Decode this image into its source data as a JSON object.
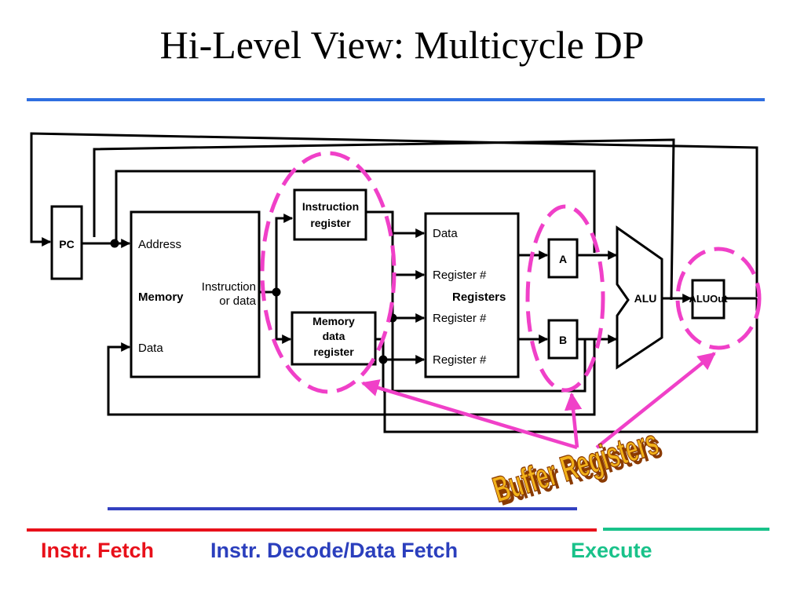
{
  "slide": {
    "title": "Hi-Level View: Multicycle DP"
  },
  "diagram": {
    "pc_label": "PC",
    "memory": {
      "address": "Address",
      "name": "Memory",
      "out_line1": "Instruction",
      "out_line2": "or data",
      "data": "Data"
    },
    "instruction_register": [
      "Instruction",
      "register"
    ],
    "memory_data_register": [
      "Memory",
      "data",
      "register"
    ],
    "registers": {
      "data": "Data",
      "reg1": "Register #",
      "name": "Registers",
      "reg2": "Register #",
      "reg3": "Register #"
    },
    "reg_a": "A",
    "reg_b": "B",
    "alu": "ALU",
    "aluout": "ALUOut",
    "callout": "Buffer Registers"
  },
  "stages": [
    {
      "label": "Instr. Fetch",
      "color": "#e8101a"
    },
    {
      "label": "Instr. Decode/Data Fetch",
      "color": "#2b3fbd"
    },
    {
      "label": "Execute",
      "color": "#19c28a"
    }
  ],
  "colors": {
    "title_rule": "#2f6fe0",
    "highlight": "#f040c8",
    "fetch": "#e8101a",
    "decode": "#3340c0",
    "execute": "#19c28a",
    "callout_fill": "#f2b21a",
    "callout_shadow": "#8a3a00"
  }
}
